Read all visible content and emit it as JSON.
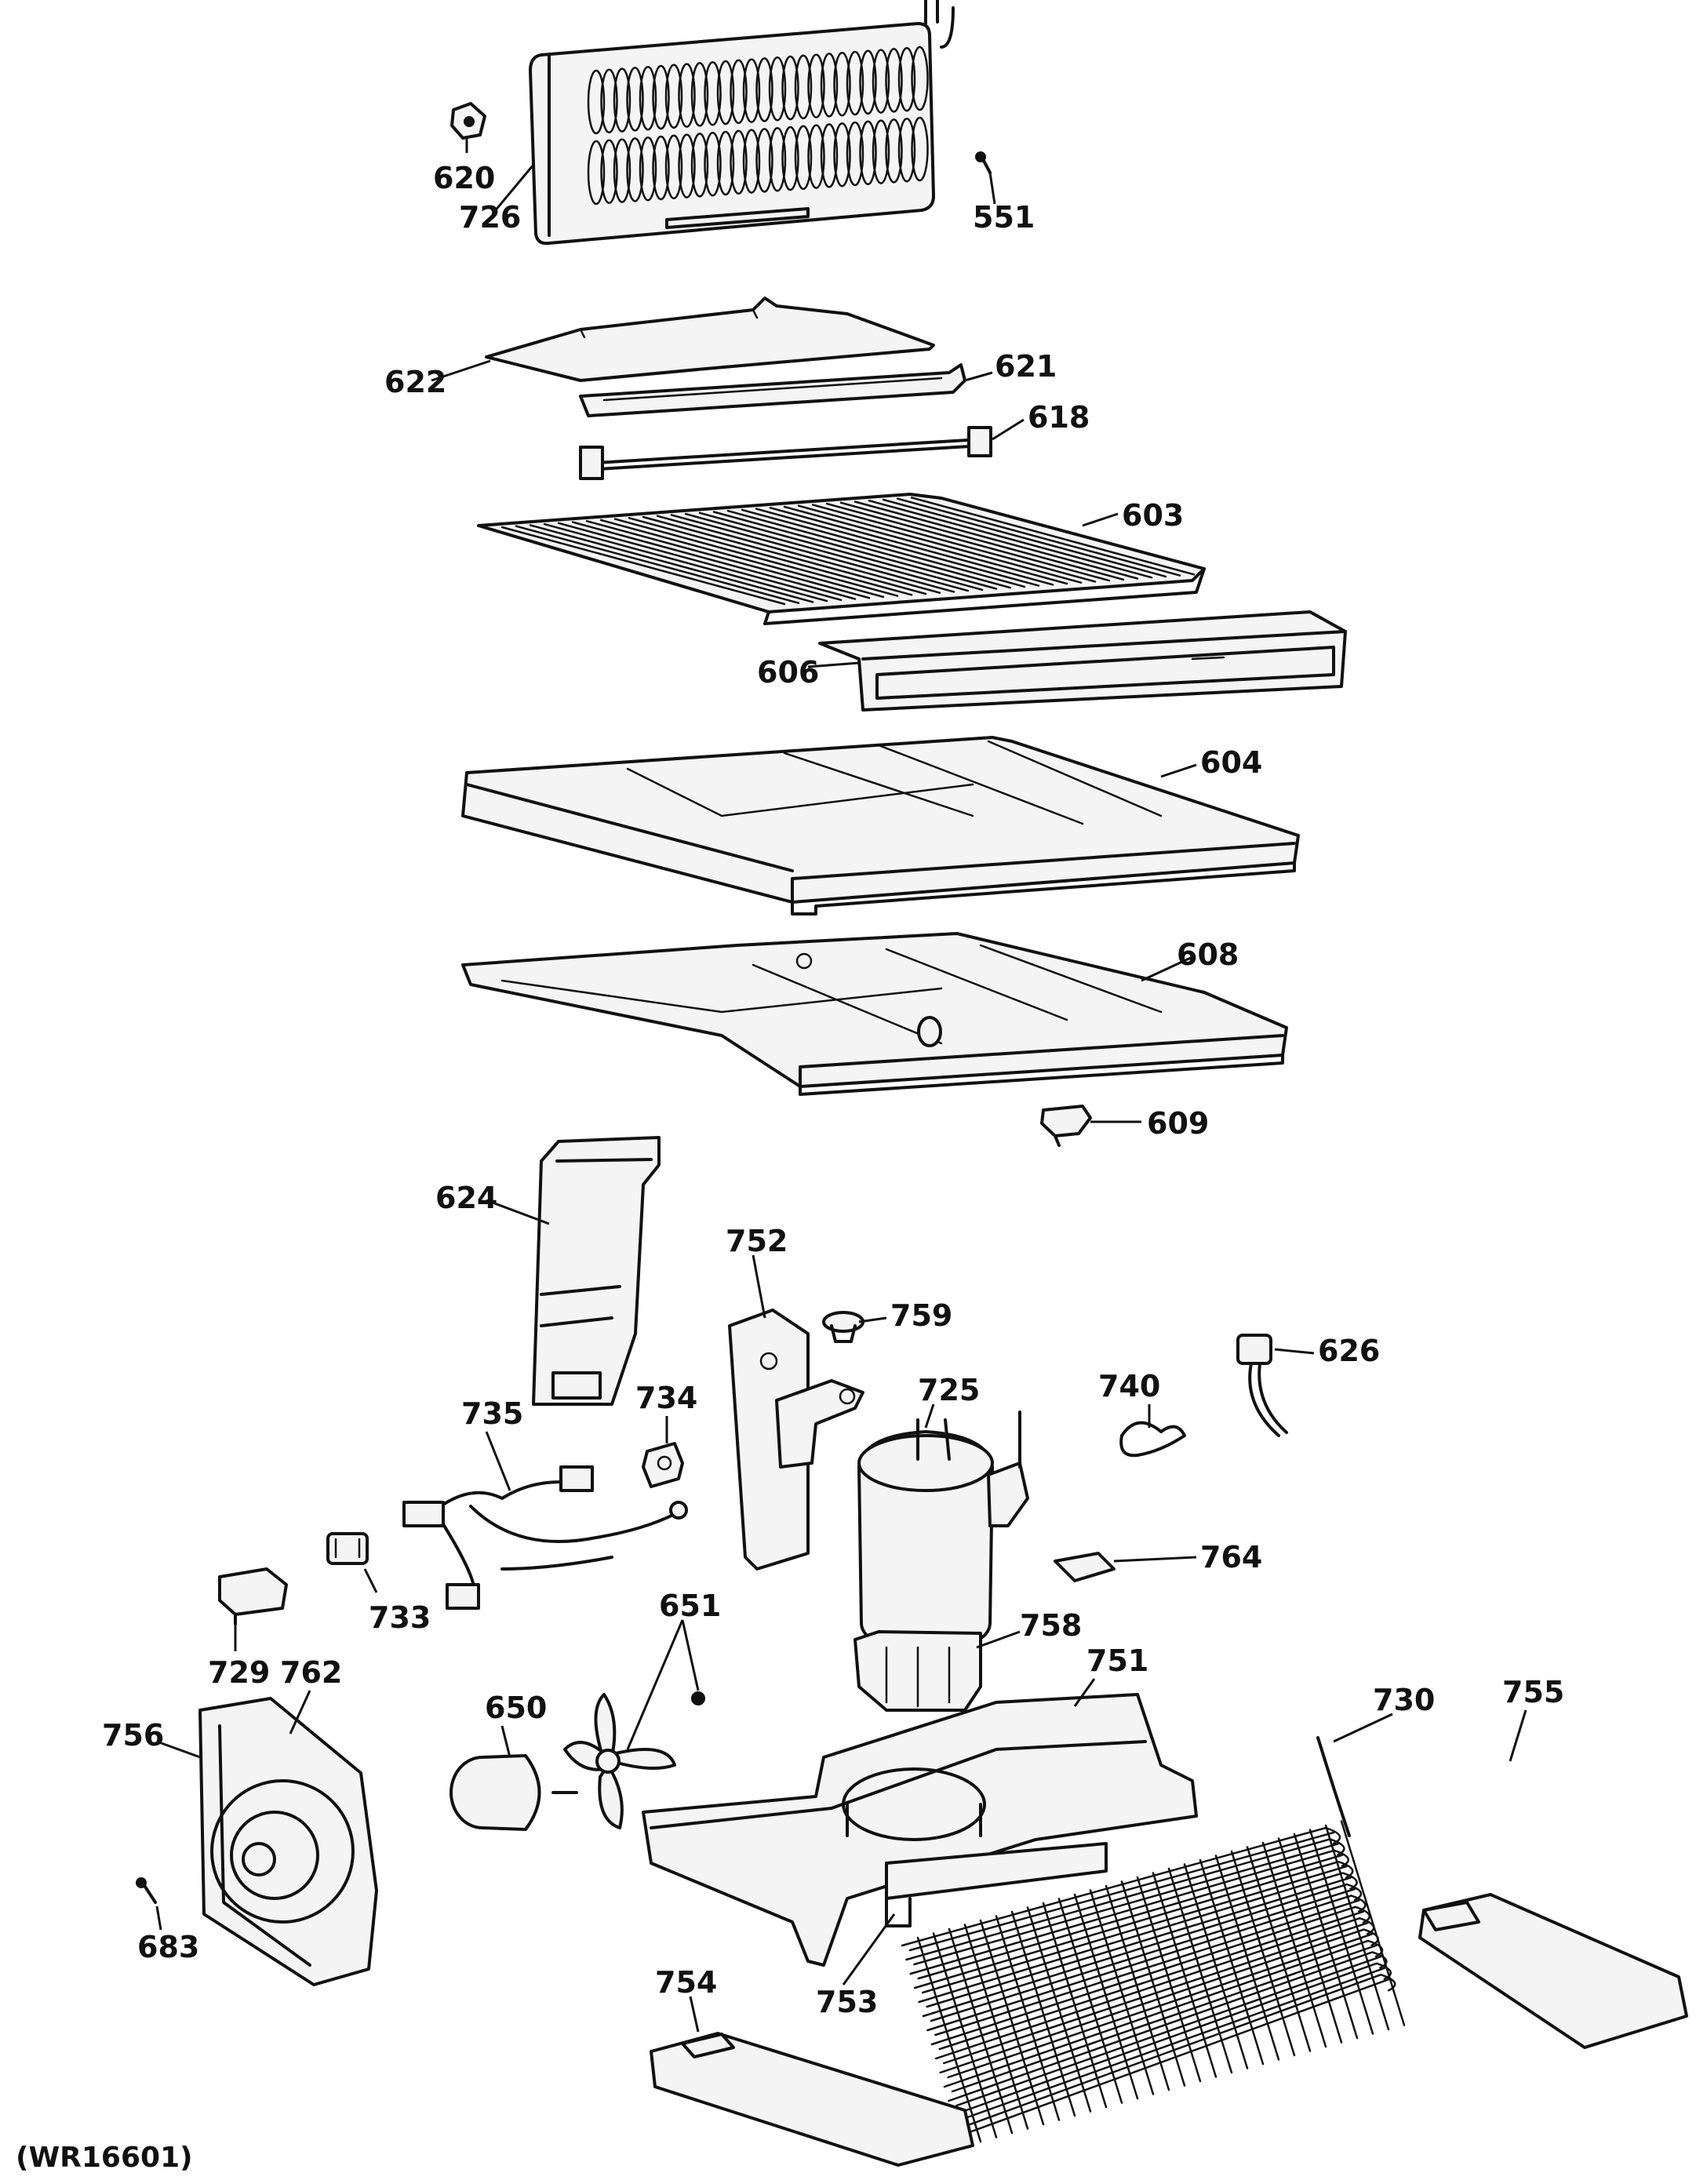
{
  "diagram": {
    "reference_code": "(WR16601)",
    "parts": [
      {
        "id": "p620",
        "number": "620"
      },
      {
        "id": "p726",
        "number": "726"
      },
      {
        "id": "p551",
        "number": "551"
      },
      {
        "id": "p622",
        "number": "622"
      },
      {
        "id": "p621",
        "number": "621"
      },
      {
        "id": "p618",
        "number": "618"
      },
      {
        "id": "p603",
        "number": "603"
      },
      {
        "id": "p606",
        "number": "606"
      },
      {
        "id": "p604",
        "number": "604"
      },
      {
        "id": "p608",
        "number": "608"
      },
      {
        "id": "p609",
        "number": "609"
      },
      {
        "id": "p624",
        "number": "624"
      },
      {
        "id": "p752",
        "number": "752"
      },
      {
        "id": "p759",
        "number": "759"
      },
      {
        "id": "p626",
        "number": "626"
      },
      {
        "id": "p725",
        "number": "725"
      },
      {
        "id": "p740",
        "number": "740"
      },
      {
        "id": "p735",
        "number": "735"
      },
      {
        "id": "p734",
        "number": "734"
      },
      {
        "id": "p764",
        "number": "764"
      },
      {
        "id": "p733",
        "number": "733"
      },
      {
        "id": "p651",
        "number": "651"
      },
      {
        "id": "p758",
        "number": "758"
      },
      {
        "id": "p729",
        "number": "729"
      },
      {
        "id": "p762",
        "number": "762"
      },
      {
        "id": "p650",
        "number": "650"
      },
      {
        "id": "p751",
        "number": "751"
      },
      {
        "id": "p730",
        "number": "730"
      },
      {
        "id": "p755",
        "number": "755"
      },
      {
        "id": "p756",
        "number": "756"
      },
      {
        "id": "p683",
        "number": "683"
      },
      {
        "id": "p753",
        "number": "753"
      },
      {
        "id": "p754",
        "number": "754"
      }
    ]
  }
}
